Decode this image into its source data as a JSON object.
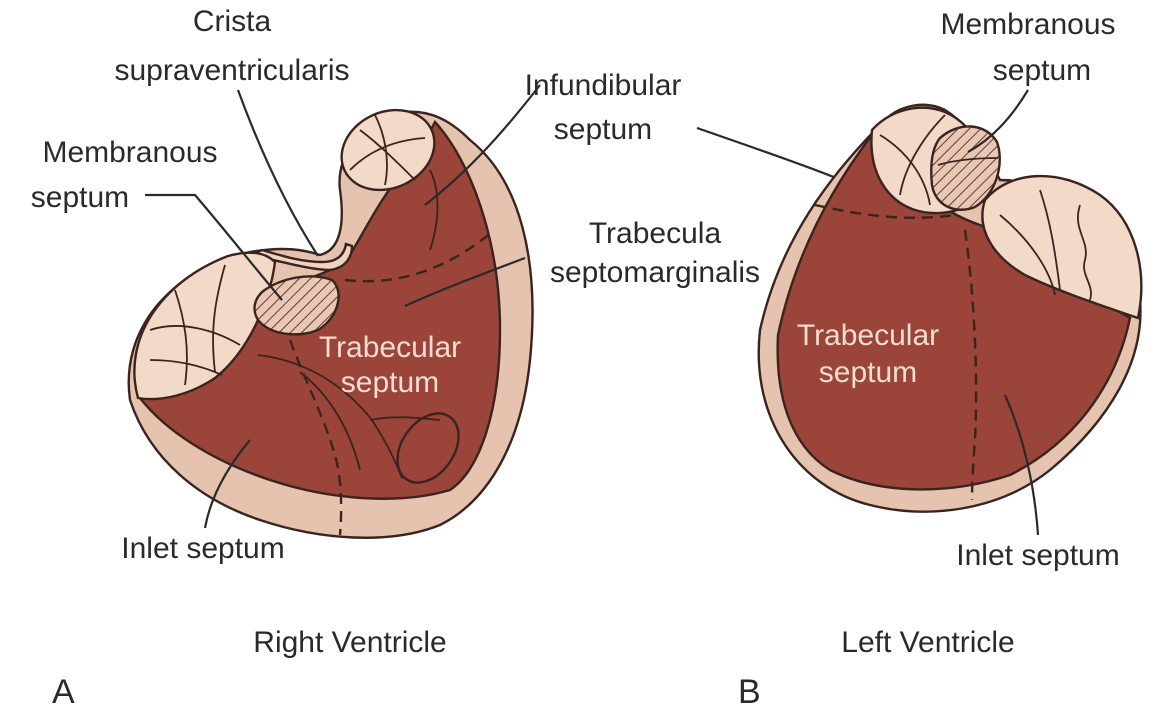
{
  "panel_a": {
    "letter": "A",
    "caption": "Right Ventricle",
    "labels": {
      "crista_line1": "Crista",
      "crista_line2": "supraventricularis",
      "membranous_line1": "Membranous",
      "membranous_line2": "septum",
      "infundibular_line1": "Infundibular",
      "infundibular_line2": "septum",
      "trabecula_line1": "Trabecula",
      "trabecula_line2": "septomarginalis",
      "trabecular_line1": "Trabecular",
      "trabecular_line2": "septum",
      "inlet": "Inlet septum"
    }
  },
  "panel_b": {
    "letter": "B",
    "caption": "Left Ventricle",
    "labels": {
      "membranous_line1": "Membranous",
      "membranous_line2": "septum",
      "trabecular_line1": "Trabecular",
      "trabecular_line2": "septum",
      "inlet": "Inlet septum"
    }
  },
  "colors": {
    "muscle": "#9b443a",
    "wall": "#e6c3ae",
    "valve": "#f2d9c8",
    "ink": "#2a2a2a",
    "inner_text": "#f4ddd0"
  }
}
